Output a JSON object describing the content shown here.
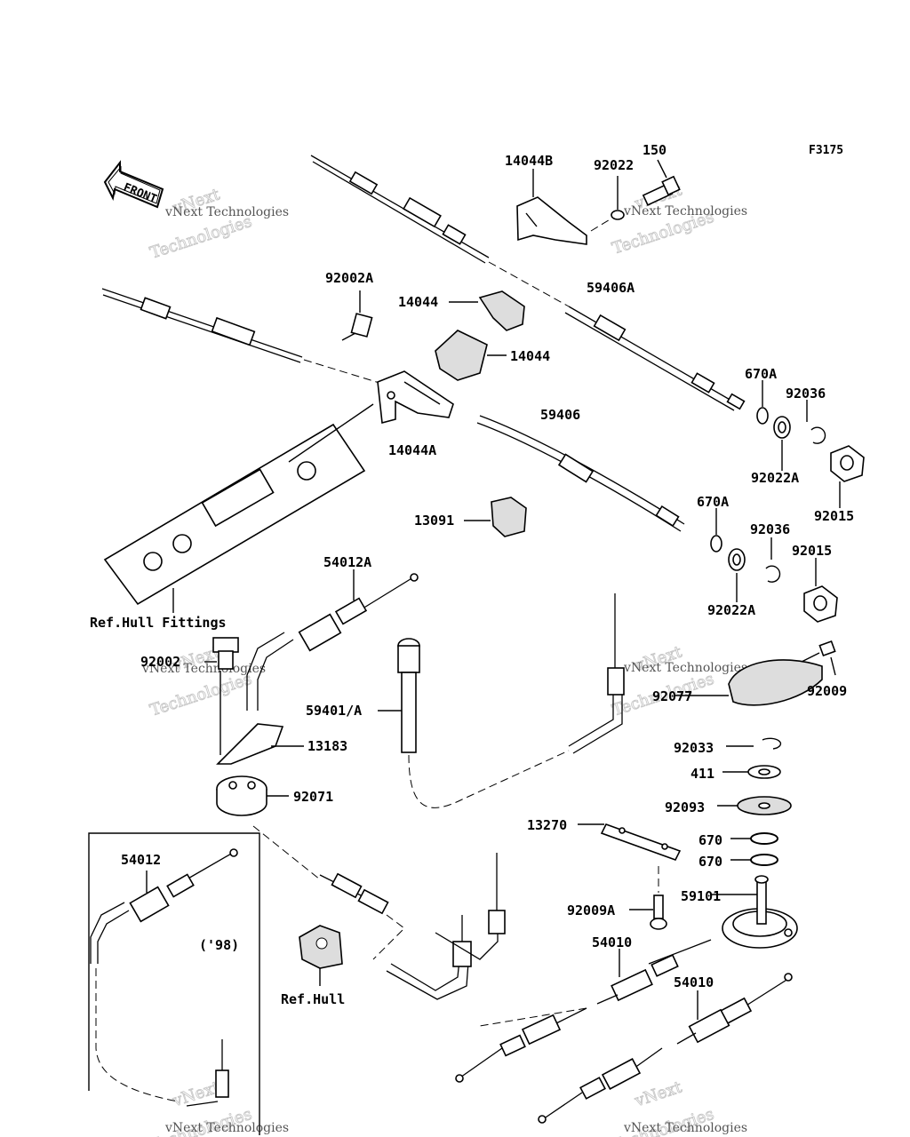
{
  "diagram": {
    "figure_code": "F3175",
    "front_arrow": "FRONT",
    "watermark": {
      "big_line1": "vNext",
      "big_line2": "Technologies",
      "small": "vNext Technologies"
    },
    "labels": {
      "p14044B": "14044B",
      "p92022": "92022",
      "p150": "150",
      "p92002A": "92002A",
      "p14044_a": "14044",
      "p14044_b": "14044",
      "p59406A": "59406A",
      "p670A_a": "670A",
      "p92036_a": "92036",
      "p14044A": "14044A",
      "p59406": "59406",
      "p92022A_a": "92022A",
      "p92015_a": "92015",
      "p13091": "13091",
      "p670A_b": "670A",
      "p92036_b": "92036",
      "p92015_b": "92015",
      "p54012A": "54012A",
      "p92022A_b": "92022A",
      "ref_hull_fittings": "Ref.Hull Fittings",
      "p92002": "92002",
      "p59401A": "59401/A",
      "p92009_a": "92009",
      "p92077": "92077",
      "p13183": "13183",
      "p92033": "92033",
      "p411": "411",
      "p92071": "92071",
      "p92093": "92093",
      "p13270": "13270",
      "p670_a": "670",
      "p670_b": "670",
      "p54012": "54012",
      "year_98": "('98)",
      "p59101": "59101",
      "p92009A": "92009A",
      "p54010_a": "54010",
      "p54010_b": "54010",
      "ref_hull": "Ref.Hull"
    }
  }
}
